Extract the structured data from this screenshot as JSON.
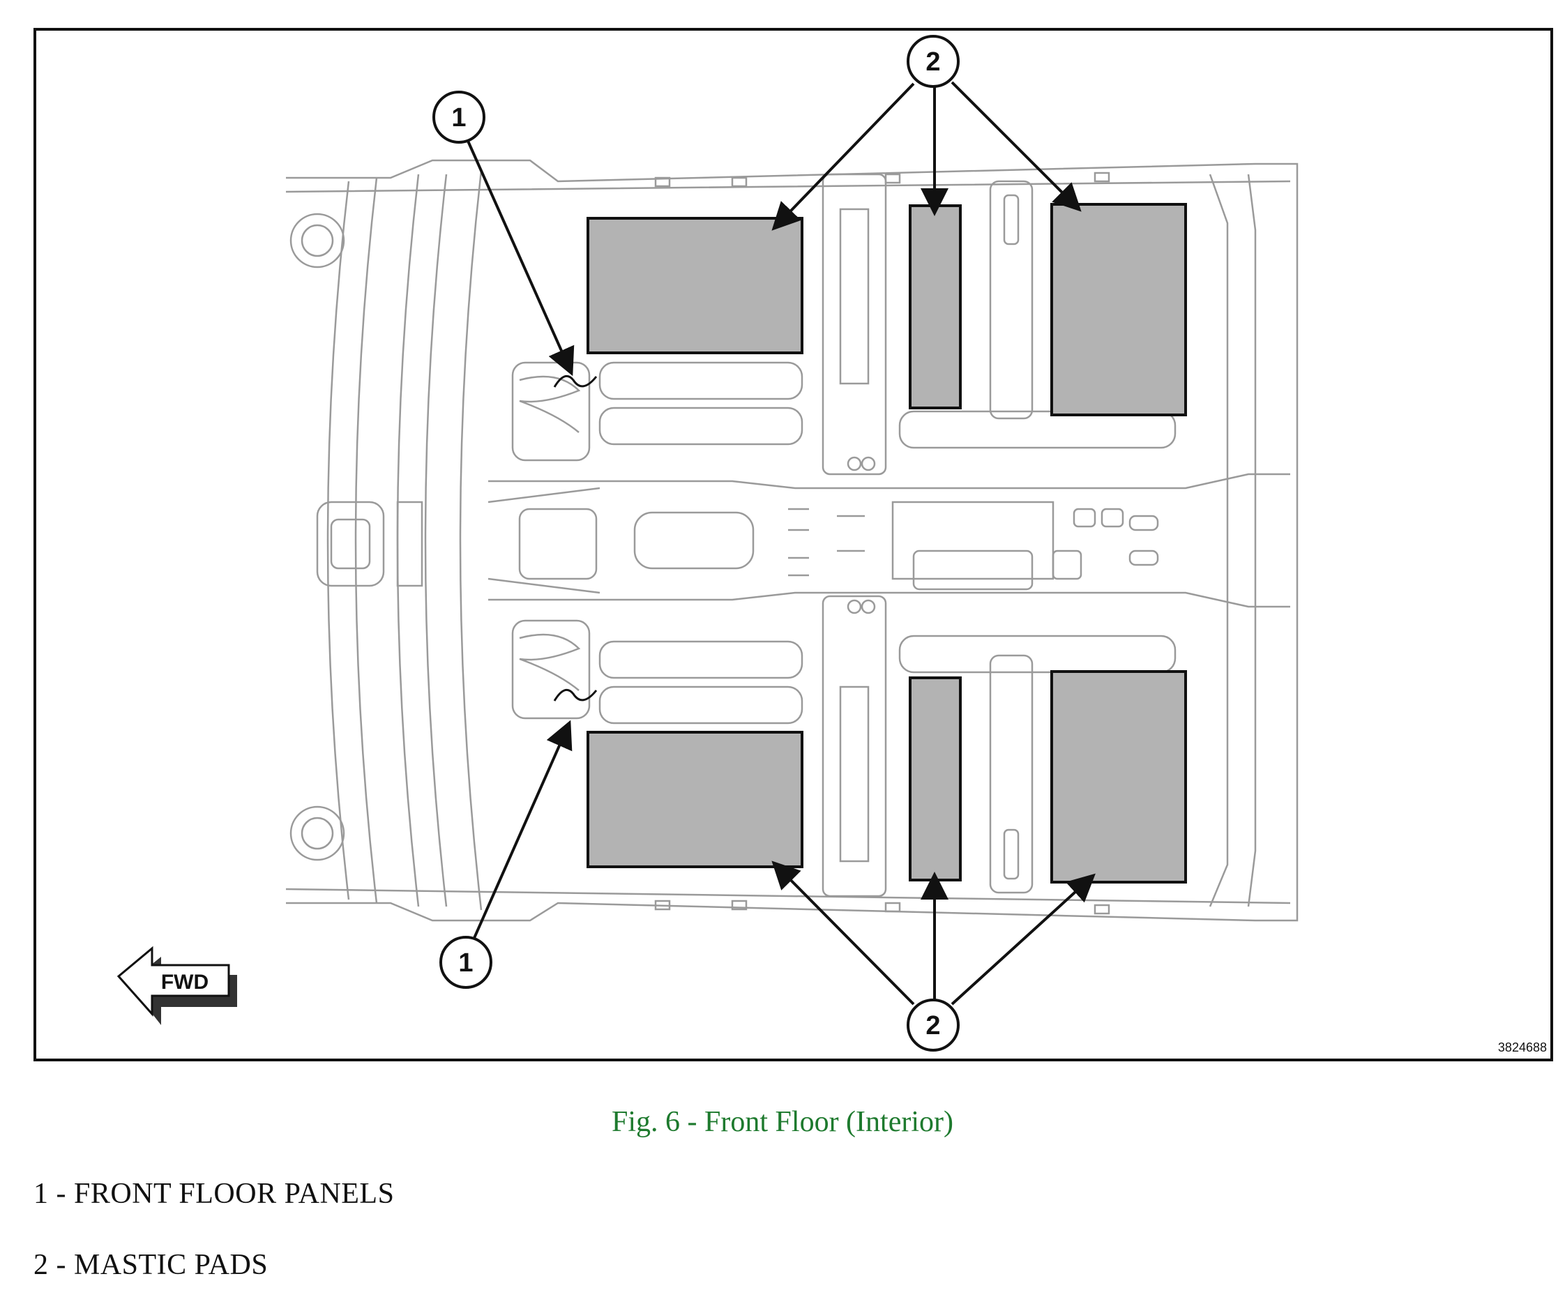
{
  "figure": {
    "image_number": "3824688",
    "direction_label": "FWD",
    "callouts": [
      "1",
      "2"
    ],
    "colors": {
      "line_art": "#9a9a9a",
      "pad_fill": "#b3b3b3",
      "outline": "#111111",
      "caption": "#1e7a2e"
    }
  },
  "caption": "Fig. 6 - Front Floor (Interior)",
  "legend": [
    "1 - FRONT FLOOR PANELS",
    "2 - MASTIC PADS"
  ]
}
